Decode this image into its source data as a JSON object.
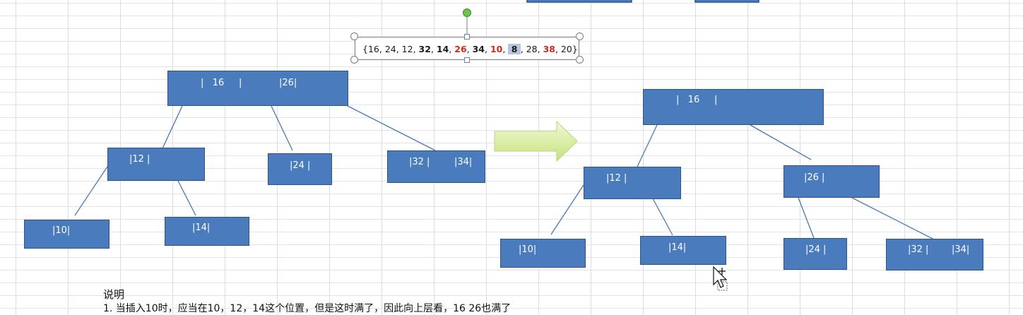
{
  "sequence": {
    "open": "{",
    "items": [
      {
        "text": "16",
        "style": "normal"
      },
      {
        "text": "24",
        "style": "normal"
      },
      {
        "text": "12",
        "style": "normal"
      },
      {
        "text": "32",
        "style": "bold"
      },
      {
        "text": "14",
        "style": "bold"
      },
      {
        "text": "26",
        "style": "red"
      },
      {
        "text": "34",
        "style": "bold"
      },
      {
        "text": "10",
        "style": "red"
      },
      {
        "text": "8",
        "style": "highlight"
      },
      {
        "text": "28",
        "style": "normal"
      },
      {
        "text": "38",
        "style": "red"
      },
      {
        "text": "20",
        "style": "normal"
      }
    ],
    "close": "}"
  },
  "left_tree": {
    "root": {
      "a": "|   16     |",
      "b": "|26|"
    },
    "n12": {
      "a": "|12 |"
    },
    "n24": {
      "a": "|24 |"
    },
    "n3234": {
      "a": "|32 |",
      "b": "|34|"
    },
    "n10": {
      "a": "|10|"
    },
    "n14": {
      "a": "|14|"
    }
  },
  "right_tree": {
    "root": {
      "a": "|   16     |"
    },
    "n12": {
      "a": "|12 |"
    },
    "n26": {
      "a": "|26 |"
    },
    "n10": {
      "a": "|10|"
    },
    "n14": {
      "a": "|14|"
    },
    "n24": {
      "a": "|24 |"
    },
    "n3234": {
      "a": "|32 |",
      "b": "|34|"
    }
  },
  "notes": {
    "heading": "说明",
    "line1": "1. 当插入10时，应当在10，12，14这个位置，但是这时满了，因此向上层看，16 26也满了"
  },
  "colors": {
    "node_fill": "#4a7cbd",
    "node_border": "#2f5584",
    "edge": "#4a78b0",
    "arrow_fill": "#d6ec9a",
    "highlight_red": "#d8261c"
  },
  "icons": {
    "arrow": "right-arrow-icon",
    "cursor": "move-cursor-icon"
  }
}
